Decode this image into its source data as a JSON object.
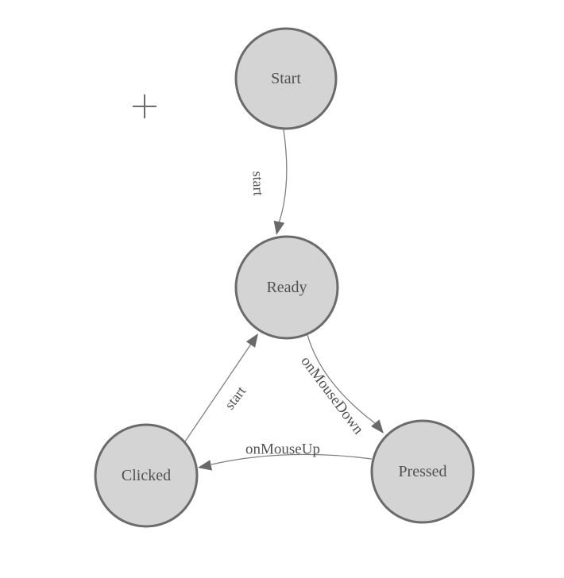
{
  "canvas": {
    "cursor_icon": "plus-crosshair"
  },
  "diagram": {
    "type": "state-machine",
    "nodes": [
      {
        "id": "start",
        "label": "Start"
      },
      {
        "id": "ready",
        "label": "Ready"
      },
      {
        "id": "clicked",
        "label": "Clicked"
      },
      {
        "id": "pressed",
        "label": "Pressed"
      }
    ],
    "edges": [
      {
        "from": "Start",
        "to": "Ready",
        "label": "start"
      },
      {
        "from": "Clicked",
        "to": "Ready",
        "label": "start"
      },
      {
        "from": "Ready",
        "to": "Pressed",
        "label": "onMouseDown"
      },
      {
        "from": "Pressed",
        "to": "Clicked",
        "label": "onMouseUp"
      }
    ],
    "colors": {
      "node_fill": "#d4d4d4",
      "node_border": "#6b6b6b",
      "edge_line": "#7f7f7f",
      "arrowhead": "#696969",
      "label_text": "#515151",
      "background": "#ffffff"
    }
  }
}
